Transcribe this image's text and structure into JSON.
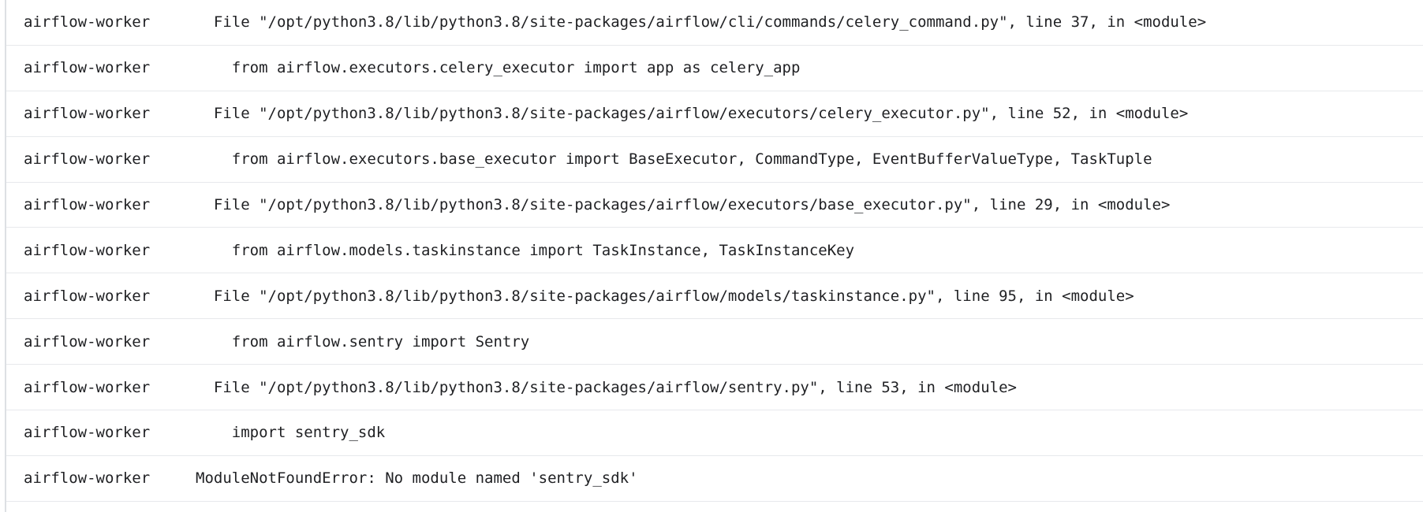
{
  "log_viewer": {
    "source_label": "airflow-worker",
    "colors": {
      "text": "#202124",
      "divider": "#e7e9ec",
      "left_border": "#dde0e4",
      "background": "#ffffff"
    },
    "rows": [
      {
        "label": "airflow-worker",
        "message": "  File \"/opt/python3.8/lib/python3.8/site-packages/airflow/cli/commands/celery_command.py\", line 37, in <module>"
      },
      {
        "label": "airflow-worker",
        "message": "    from airflow.executors.celery_executor import app as celery_app"
      },
      {
        "label": "airflow-worker",
        "message": "  File \"/opt/python3.8/lib/python3.8/site-packages/airflow/executors/celery_executor.py\", line 52, in <module>"
      },
      {
        "label": "airflow-worker",
        "message": "    from airflow.executors.base_executor import BaseExecutor, CommandType, EventBufferValueType, TaskTuple"
      },
      {
        "label": "airflow-worker",
        "message": "  File \"/opt/python3.8/lib/python3.8/site-packages/airflow/executors/base_executor.py\", line 29, in <module>"
      },
      {
        "label": "airflow-worker",
        "message": "    from airflow.models.taskinstance import TaskInstance, TaskInstanceKey"
      },
      {
        "label": "airflow-worker",
        "message": "  File \"/opt/python3.8/lib/python3.8/site-packages/airflow/models/taskinstance.py\", line 95, in <module>"
      },
      {
        "label": "airflow-worker",
        "message": "    from airflow.sentry import Sentry"
      },
      {
        "label": "airflow-worker",
        "message": "  File \"/opt/python3.8/lib/python3.8/site-packages/airflow/sentry.py\", line 53, in <module>"
      },
      {
        "label": "airflow-worker",
        "message": "    import sentry_sdk"
      },
      {
        "label": "airflow-worker",
        "message": "ModuleNotFoundError: No module named 'sentry_sdk'"
      }
    ]
  }
}
